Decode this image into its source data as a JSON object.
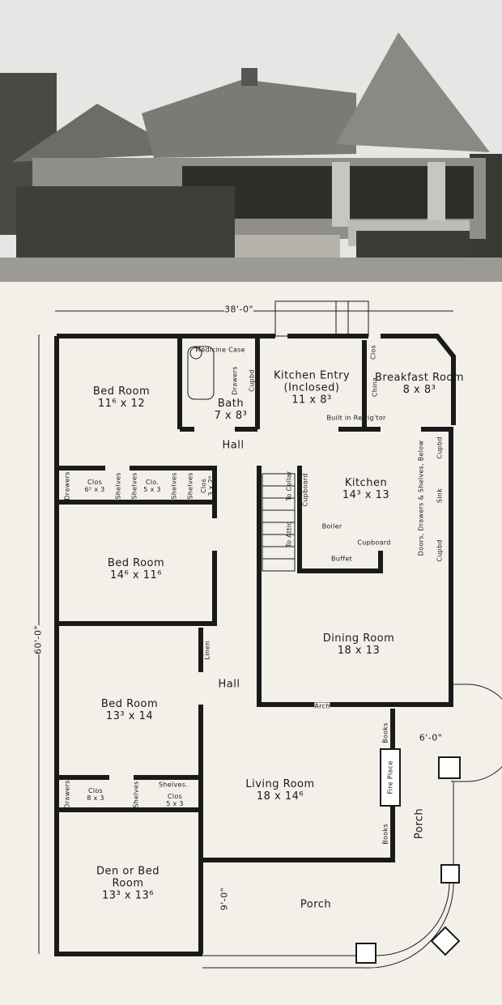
{
  "photo": {
    "description_icon": "house-photo"
  },
  "colors": {
    "paper": "#f3f0ea",
    "ink": "#1a1a1a",
    "sky": "#e9e9e9"
  },
  "dimensions": {
    "width": "38'-0\"",
    "depth": "60'-0\"",
    "porch_width": "6'-0\"",
    "porch_depth": "9'-0\""
  },
  "rooms": {
    "bedroom1": {
      "name": "Bed Room",
      "size": "11⁶ x 12"
    },
    "bath": {
      "name": "Bath",
      "size": "7 x 8³",
      "medicine_case": "Medicine Case",
      "drawers": "Drawers",
      "cupboard": "Cupbd"
    },
    "kitchen_entry": {
      "name": "Kitchen Entry",
      "note": "(Inclosed)",
      "size": "11 x 8³",
      "refrigerator": "Built in Refrig'tor"
    },
    "closet_kitchen": "Clos",
    "china": "China",
    "breakfast": {
      "name": "Breakfast Room",
      "size": "8 x 8³"
    },
    "hall_upper": "Hall",
    "closets_row1": [
      {
        "label": "Drawers"
      },
      {
        "label": "Clos",
        "size": "6² x 3"
      },
      {
        "label": "Shelves"
      },
      {
        "label": "Shelves"
      },
      {
        "label": "Clo.",
        "size": "5 x 3"
      },
      {
        "label": "Shelves"
      },
      {
        "label": "Shelves"
      },
      {
        "label": "Clos",
        "size": "3 x 2⁶"
      }
    ],
    "stairs": {
      "cellar": "To Cellar",
      "attic": "To Attic",
      "cupboard": "Cupboard",
      "boiler": "Boiler"
    },
    "kitchen": {
      "name": "Kitchen",
      "size": "14³ x 13",
      "cupboard": "Cupboard",
      "buffet": "Buffet",
      "counter_note": "Doors, Drawers & Shelves, Below",
      "sink": "Sink",
      "cupbd_top": "Cupbd",
      "cupbd_bottom": "Cupbd"
    },
    "bedroom2": {
      "name": "Bed Room",
      "size": "14⁶ x 11⁶"
    },
    "linen": "Linen",
    "hall_lower": "Hall",
    "dining": {
      "name": "Dining Room",
      "size": "18 x 13",
      "arch": "Arch"
    },
    "bedroom3": {
      "name": "Bed Room",
      "size": "13³ x 14"
    },
    "closets_row2": [
      {
        "label": "Drawers"
      },
      {
        "label": "Clos",
        "size": "8 x 3"
      },
      {
        "label": "Shelves"
      },
      {
        "label": "Shelves."
      },
      {
        "label": "Clos",
        "size": "5 x 3"
      }
    ],
    "living": {
      "name": "Living Room",
      "size": "18 x 14⁶",
      "fireplace": "Fire Place",
      "books_top": "Books",
      "books_bottom": "Books"
    },
    "den": {
      "name": "Den or Bed Room",
      "size": "13³ x 13⁶"
    },
    "porch_side": "Porch",
    "porch_front": "Porch"
  }
}
